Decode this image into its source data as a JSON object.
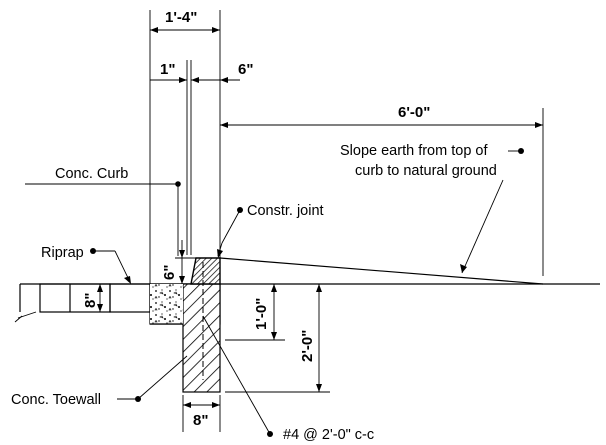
{
  "dimensions": {
    "top_width": "1'-4\"",
    "joint_gap": "1\"",
    "curb_width": "6\"",
    "slope_run": "6'-0\"",
    "curb_height": "6\"",
    "riprap_depth": "8\"",
    "slab_depth": "1'-0\"",
    "toewall_depth": "2'-0\"",
    "toewall_width": "8\""
  },
  "labels": {
    "conc_curb": "Conc. Curb",
    "riprap": "Riprap",
    "constr_joint": "Constr. joint",
    "slope_note_line1": "Slope earth from top of",
    "slope_note_line2": "curb to natural ground",
    "conc_toewall": "Conc. Toewall",
    "rebar": "#4 @ 2'-0\" c-c"
  }
}
